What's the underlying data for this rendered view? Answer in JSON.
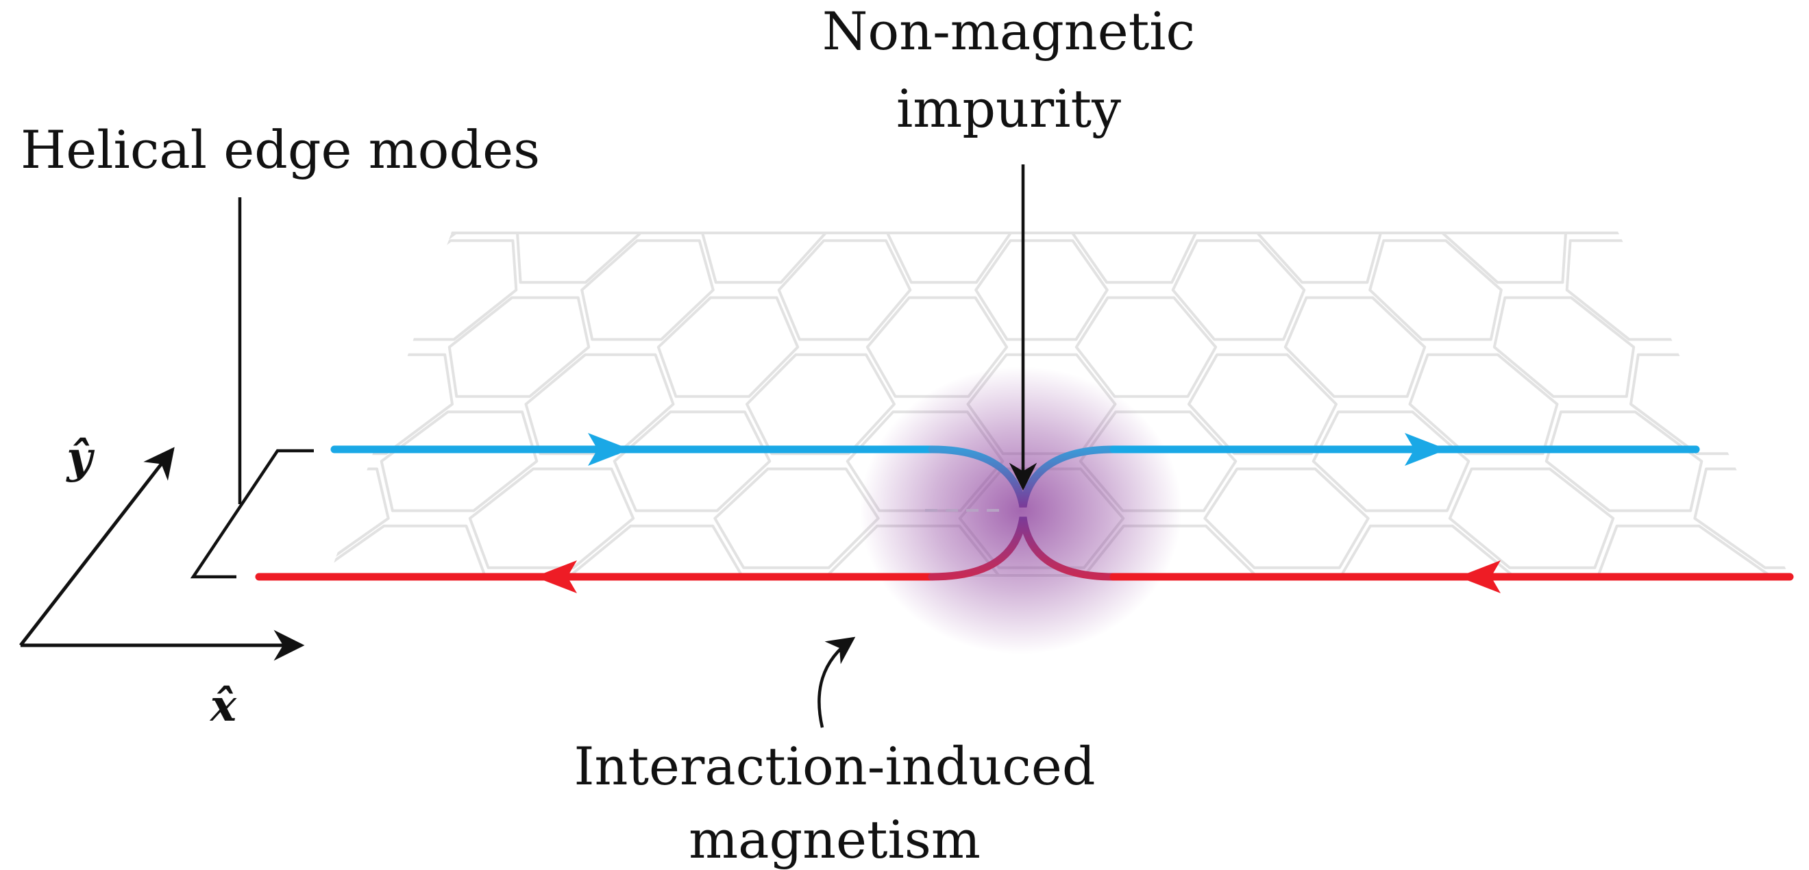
{
  "labels": {
    "helical_edge_modes": "Helical edge modes",
    "impurity_line1": "Non-magnetic",
    "impurity_line2": "impurity",
    "magnetism_line1": "Interaction-induced",
    "magnetism_line2": "magnetism"
  },
  "axes": {
    "x_label": "x̂",
    "y_label": "ŷ"
  },
  "colors": {
    "upper_mode": "#1aa8e6",
    "lower_mode": "#ee1c25",
    "magnetism_cloud": "#8a3c9a",
    "lattice": "#e2e2e2",
    "ink": "#111111"
  },
  "icons": {
    "upper_mode_arrow": "arrowhead-right-icon",
    "lower_mode_arrow": "arrowhead-left-icon",
    "axis_arrow": "arrow-icon"
  }
}
